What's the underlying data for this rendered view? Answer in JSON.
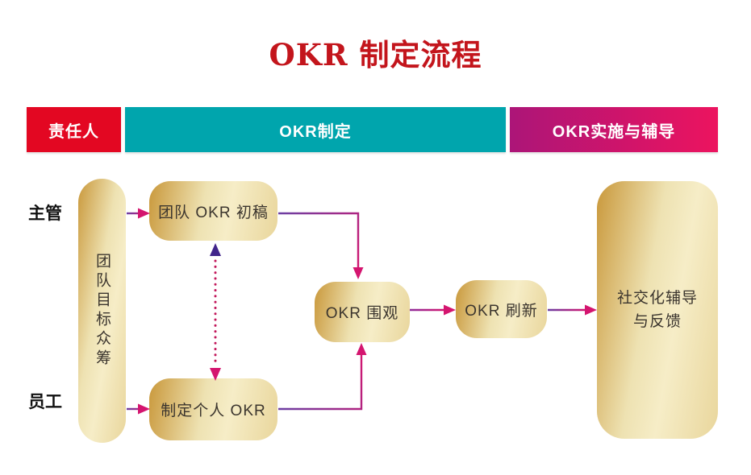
{
  "title": "OKR 制定流程",
  "header": {
    "segments": [
      {
        "id": "responsible",
        "label": "责任人"
      },
      {
        "id": "okr-making",
        "label": "OKR制定"
      },
      {
        "id": "okr-implementation",
        "label": "OKR实施与辅导"
      }
    ]
  },
  "row_labels": [
    {
      "id": "supervisor",
      "label": "主管"
    },
    {
      "id": "employee",
      "label": "员工"
    }
  ],
  "nodes": {
    "crowdfund": {
      "label": "团队目标众筹"
    },
    "team_draft": {
      "label": "团队 OKR 初稿"
    },
    "personal": {
      "label": "制定个人 OKR"
    },
    "review": {
      "label": "OKR 围观"
    },
    "refresh": {
      "label": "OKR 刷新"
    },
    "coaching": {
      "label": "社交化辅导\n与反馈"
    }
  },
  "colors": {
    "title_red": "#C3151C",
    "header_red": "#E30722",
    "header_teal": "#00A5AD",
    "header_magenta_from": "#AC1578",
    "header_magenta_to": "#EC145F",
    "node_gold_dark": "#C9983B",
    "node_gold_light": "#F6EDC7",
    "node_text": "#3B352E",
    "line_purple": "#6B3FA3",
    "arrow_magenta": "#D4156F",
    "dotted_line_red": "#C2185B",
    "dotted_arrow_purple": "#41258B"
  }
}
